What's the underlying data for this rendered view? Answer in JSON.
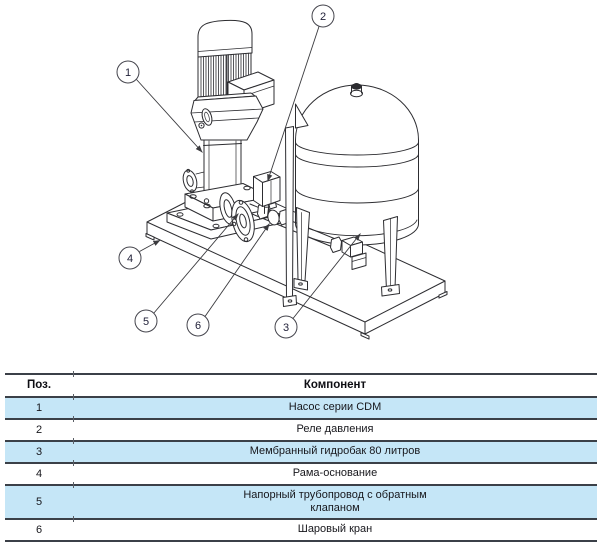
{
  "diagram": {
    "callouts": [
      {
        "label": "1"
      },
      {
        "label": "2"
      },
      {
        "label": "3"
      },
      {
        "label": "4"
      },
      {
        "label": "5"
      },
      {
        "label": "6"
      }
    ]
  },
  "table": {
    "headers": {
      "pos": "Поз.",
      "component": "Компонент"
    },
    "rows": [
      {
        "pos": "1",
        "component": "Насос серии CDM",
        "highlight": true
      },
      {
        "pos": "2",
        "component": "Реле давления",
        "highlight": false
      },
      {
        "pos": "3",
        "component": "Мембранный гидробак 80 литров",
        "highlight": true
      },
      {
        "pos": "4",
        "component": "Рама-основание",
        "highlight": false
      },
      {
        "pos": "5",
        "component": "Напорный трубопровод с обратным клапаном",
        "highlight": true
      },
      {
        "pos": "6",
        "component": "Шаровый кран",
        "highlight": false
      }
    ]
  },
  "colors": {
    "row_highlight": "#c5e6f7",
    "table_border": "#3b4048",
    "line_art": "#2d2d31"
  }
}
